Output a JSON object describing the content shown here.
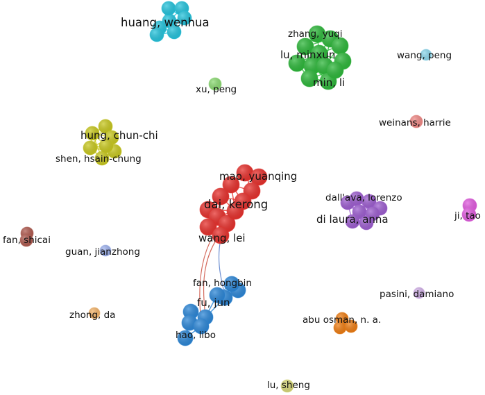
{
  "network": {
    "colors": {
      "cyan": "#25c4dd",
      "green": "#2db83a",
      "yellow": "#c9c91f",
      "red": "#e8302c",
      "blue": "#2c87d8",
      "purple": "#9e5ed1",
      "magenta": "#e25ce0",
      "orange": "#ef7d12",
      "brown": "#b05a4f",
      "light_green": "#8ddc74",
      "light_blue": "#8ed9ee",
      "salmon": "#f28a87",
      "periwinkle": "#9fb3ef",
      "peach": "#f4b46a",
      "lavender": "#d4b3ea",
      "olive": "#dada7a",
      "edge_red": "#d46b5e",
      "edge_blue": "#6f90d2"
    },
    "labels": {
      "huang_wenhua": "huang, wenhua",
      "zhang_yuqi": "zhang, yuqi",
      "lu_minxun": "lu, minxun",
      "min_li": "min, li",
      "wang_peng": "wang, peng",
      "xu_peng": "xu, peng",
      "weinans_harrie": "weinans, harrie",
      "hung_chun_chi": "hung, chun-chi",
      "shen_hsain_chung": "shen, hsain-chung",
      "mao_yuanqing": "mao, yuanqing",
      "dai_kerong": "dai, kerong",
      "wang_lei": "wang, lei",
      "dallava_lorenzo": "dall'ava, lorenzo",
      "di_laura_anna": "di laura, anna",
      "ji_tao": "ji, tao",
      "fan_shicai": "fan, shicai",
      "guan_jianzhong": "guan, jianzhong",
      "fan_hongbin": "fan, hongbin",
      "fu_jun": "fu, jun",
      "hao_libo": "hao, libo",
      "pasini_damiano": "pasini, damiano",
      "zhong_da": "zhong, da",
      "abu_osman": "abu osman, n. a.",
      "lu_sheng": "lu, sheng"
    }
  }
}
